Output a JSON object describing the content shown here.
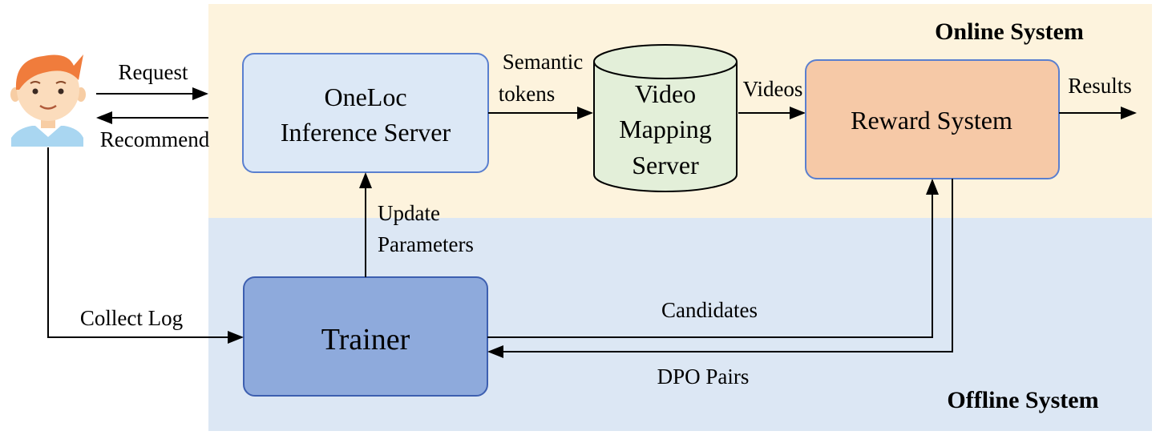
{
  "regions": {
    "online": {
      "title": "Online System",
      "color": "#fdf3dd"
    },
    "offline": {
      "title": "Offline System",
      "color": "#dce7f4"
    }
  },
  "nodes": {
    "user": {
      "icon": "user-avatar-icon"
    },
    "inference_server": {
      "line1": "OneLoc",
      "line2": "Inference Server",
      "fill": "#dce8f6",
      "stroke": "#5a7fcf"
    },
    "video_mapping": {
      "line1": "Video",
      "line2": "Mapping",
      "line3": "Server",
      "fill": "#e3efd9",
      "stroke": "#000000"
    },
    "reward_system": {
      "label": "Reward System",
      "fill": "#f6c9a7",
      "stroke": "#5a7fcf"
    },
    "trainer": {
      "label": "Trainer",
      "fill": "#8eaadc",
      "stroke": "#3d5fb0"
    }
  },
  "edges": {
    "request": "Request",
    "recommend": "Recommend",
    "semantic_tokens_1": "Semantic",
    "semantic_tokens_2": "tokens",
    "videos": "Videos",
    "results": "Results",
    "update_1": "Update",
    "update_2": "Parameters",
    "collect_log": "Collect Log",
    "candidates": "Candidates",
    "dpo_pairs": "DPO Pairs"
  }
}
